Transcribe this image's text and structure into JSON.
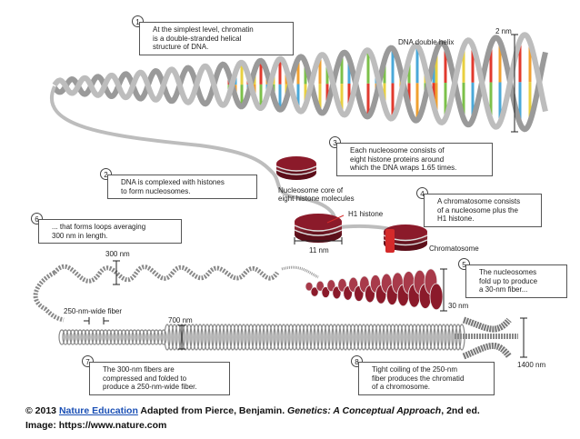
{
  "labels": {
    "dna_helix": "DNA double helix",
    "width_2nm": "2 nm",
    "nucleosome_core": "Nucleosome core of\neight histone molecules",
    "h1_histone": "H1 histone",
    "width_11nm": "11 nm",
    "chromatosome": "Chromatosome",
    "width_300nm": "300 nm",
    "width_30nm": "30 nm",
    "fiber_250": "250-nm-wide fiber",
    "width_700nm": "700 nm",
    "width_1400nm": "1400 nm"
  },
  "callouts": [
    {
      "num": "1",
      "text": "At the simplest level, chromatin\nis a double-stranded helical\nstructure of DNA."
    },
    {
      "num": "2",
      "text": "DNA is complexed with histones\nto form nucleosomes."
    },
    {
      "num": "3",
      "text": "Each nucleosome consists of\neight histone proteins around\nwhich the DNA wraps 1.65 times."
    },
    {
      "num": "4",
      "text": "A chromatosome consists\nof a nucleosome plus the\nH1 histone."
    },
    {
      "num": "5",
      "text": "The nucleosomes\nfold up to produce\na 30-nm fiber..."
    },
    {
      "num": "6",
      "text": "... that forms loops averaging\n300 nm in length."
    },
    {
      "num": "7",
      "text": "The 300-nm fibers are\ncompressed and folded to\nproduce a 250-nm-wide fiber."
    },
    {
      "num": "8",
      "text": "Tight coiling of the 250-nm\nfiber produces the chromatid\nof a chromosome."
    }
  ],
  "footer": {
    "prefix": "© 2013 ",
    "link": "Nature Education",
    "middle": " Adapted from Pierce, Benjamin. ",
    "book": "Genetics: A Conceptual Approach",
    "suffix": ", 2nd ed.",
    "image_line": "Image: https://www.nature.com"
  },
  "colors": {
    "histone": "#8b1a2a",
    "h1": "#d42a2a",
    "backbone": "#9a9a9a",
    "base_colors": [
      "#e03a2e",
      "#f0a030",
      "#7cc04a",
      "#4aa8d8",
      "#e8d040"
    ]
  }
}
